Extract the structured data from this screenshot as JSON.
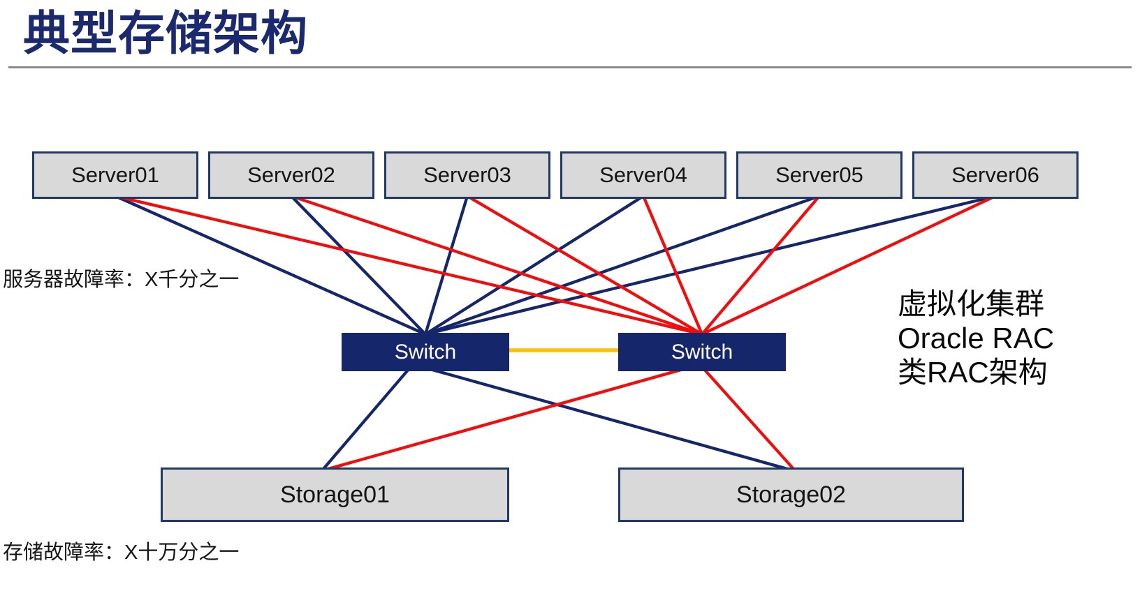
{
  "title": "典型存储架构",
  "nodes": {
    "servers": [
      {
        "id": "server1",
        "label": "Server01"
      },
      {
        "id": "server2",
        "label": "Server02"
      },
      {
        "id": "server3",
        "label": "Server03"
      },
      {
        "id": "server4",
        "label": "Server04"
      },
      {
        "id": "server5",
        "label": "Server05"
      },
      {
        "id": "server6",
        "label": "Server06"
      }
    ],
    "switches": [
      {
        "id": "switch1",
        "label": "Switch"
      },
      {
        "id": "switch2",
        "label": "Switch"
      }
    ],
    "storages": [
      {
        "id": "storage1",
        "label": "Storage01"
      },
      {
        "id": "storage2",
        "label": "Storage02"
      }
    ]
  },
  "annotations": {
    "server_failure_rate": "服务器故障率：X千分之一",
    "storage_failure_rate": "存储故障率：X十万分之一",
    "cluster_note": [
      "虚拟化集群",
      "Oracle RAC",
      "类RAC架构"
    ]
  },
  "connections": [
    {
      "from": "server1",
      "to": "switch1",
      "color": "navy"
    },
    {
      "from": "server2",
      "to": "switch1",
      "color": "navy"
    },
    {
      "from": "server3",
      "to": "switch1",
      "color": "navy"
    },
    {
      "from": "server4",
      "to": "switch1",
      "color": "navy"
    },
    {
      "from": "server5",
      "to": "switch1",
      "color": "navy"
    },
    {
      "from": "server6",
      "to": "switch1",
      "color": "navy"
    },
    {
      "from": "server1",
      "to": "switch2",
      "color": "red"
    },
    {
      "from": "server2",
      "to": "switch2",
      "color": "red"
    },
    {
      "from": "server3",
      "to": "switch2",
      "color": "red"
    },
    {
      "from": "server4",
      "to": "switch2",
      "color": "red"
    },
    {
      "from": "server5",
      "to": "switch2",
      "color": "red"
    },
    {
      "from": "server6",
      "to": "switch2",
      "color": "red"
    },
    {
      "from": "switch1",
      "to": "storage1",
      "color": "navy"
    },
    {
      "from": "switch1",
      "to": "storage2",
      "color": "navy"
    },
    {
      "from": "switch2",
      "to": "storage1",
      "color": "red"
    },
    {
      "from": "switch2",
      "to": "storage2",
      "color": "red"
    },
    {
      "from": "switch1",
      "to": "switch2",
      "color": "yellow"
    }
  ],
  "colors": {
    "navy": "#16266b",
    "red": "#f20d0d",
    "yellow": "#ffc000",
    "box_fill": "#d9d9d9",
    "box_border": "#1f3864"
  }
}
